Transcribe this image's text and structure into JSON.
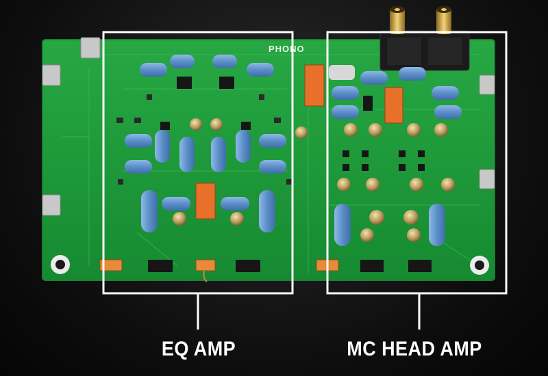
{
  "labels": {
    "eq_amp": "EQ AMP",
    "mc_head_amp": "MC HEAD AMP"
  },
  "silkscreen": {
    "board_title": "PHONO"
  },
  "colors": {
    "background": "#0d0d0d",
    "pcb_green": "#1f9a3a",
    "capacitor_blue": "#5b8fc9",
    "capacitor_orange": "#e8702a",
    "highlight_frame": "#ffffff"
  },
  "regions": [
    {
      "name": "eq-amp-section",
      "label_key": "eq_amp"
    },
    {
      "name": "mc-head-amp-section",
      "label_key": "mc_head_amp"
    }
  ]
}
